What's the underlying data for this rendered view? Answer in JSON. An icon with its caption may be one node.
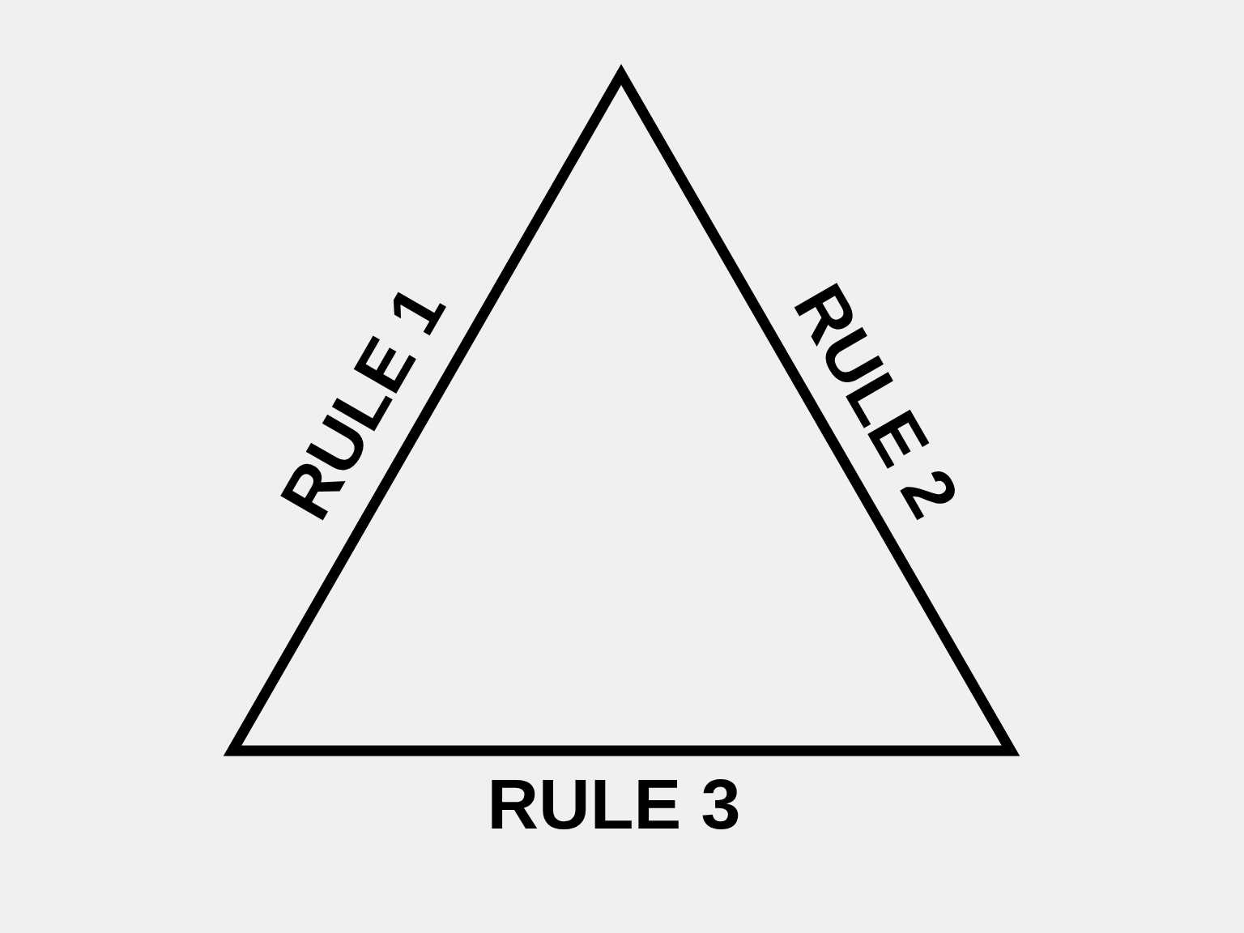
{
  "diagram": {
    "labels": [
      "RULE 1",
      "RULE 2",
      "RULE 3"
    ]
  }
}
